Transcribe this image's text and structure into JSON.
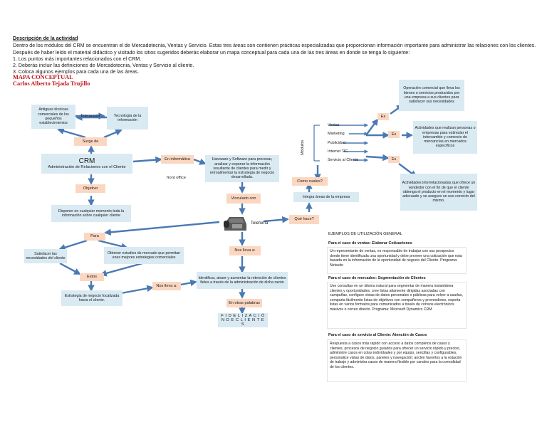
{
  "header": {
    "section_title": "Descripción de la actividad",
    "lines": [
      "Dentro de los módulos del CRM se encuentran el de Mercadotecnia, Ventas y Servicio. Estas tres áreas son contienen prácticas especializadas que proporcionan información importante para administrar las relaciones con los clientes.",
      "Después de haber leído el material didáctico y visitado los sitios sugeridos deberás elaborar un mapa conceptual para cada una de las tres áreas en donde se tenga lo siguiente:",
      "1. Los puntos más importantes relacionados con el CRM.",
      "2. Deberás incluir las definiciones de Mercadotecnia, Ventas y Servicio al cliente.",
      "3. Coloca algunos ejemplos para cada una de las áreas."
    ],
    "map_title": "MAPA CONCEPTUAL",
    "author": "Carlos Alberto Tejada Trujillo"
  },
  "map": {
    "antiguas": "Antiguas técnicas comerciales de los pequeños establecimientos",
    "interaccion": "Interacción",
    "tecnologia": "Tecnología de la información",
    "surge_de": "Surge de",
    "crm_title": "CRM",
    "crm_sub": "Administración de Relaciones con el Cliente",
    "en_informatica": "En informática",
    "front_office": "front office",
    "hardware": "Hareware y Software para procesar, analizar y exponer la información resultante de clientes para medir y retroalimentar la estrategia de negocio desarrollada.",
    "objetivo": "Objetivo",
    "disponer": "Disponer en cualquier momento toda la información sobre cualquier cliente",
    "vinculado": "Vinculado con",
    "telefonia": "Telefonía",
    "que_hace": "Qué hace?",
    "como_cuales": "Como cuales?",
    "integra": "Integra áreas de la empresa",
    "modulos": "Módulos",
    "modules": [
      "Ventas",
      "Marketing",
      "Publicidad",
      "Internet TIC",
      "Servicio al Cliente"
    ],
    "es": "Es",
    "def_ventas": "Operación comercial que lleva los bienes o servicios producidos por una empresa a sus clientes para satisfacer sus necesidades",
    "def_marketing": "Actividades que realizan personas o empresas para estimular el intercambio y comercio de mercancías en mercados específicos",
    "def_servicio": "Actividades interrelacionadas que ofrece un vendedor con el fin de que el cliente obtenga el producto en el momento y lugar adecuado y se asegure un uso correcto del mismo.",
    "para": "Para",
    "satisfacer": "Satisfacer las necesidades del cliente",
    "obtener": "Obtener estudios de mercado que permitan unas mejores estrategias comerciales",
    "estos": "Estos",
    "estrategia": "Estrategia de negocio focalizada hacia el cliente.",
    "nos_lleva_a_1": "Nos lleva a:",
    "nos_lleva_a_2": "Nos lleva a:",
    "identificar": "Identificar, atraer y aumentar la retención de clientes fieles a través de la administración de dicha razón",
    "en_otras": "En otras palabras",
    "fidelizacion": "F I D E L I Z A C I Ó N   D E   C L I E N T E S"
  },
  "examples": {
    "heading": "EJEMPLOS DE UTILIZACIÓN GENERAL",
    "ventas_h": "Para el caso de ventas: Elaborar Cotizaciones",
    "ventas": "Un representante de ventas, es responsable de trabajar con sus prospectos donde tiene identificada una oportunidad y debe proveer una cotización que esta basada en la información de la oportunidad de negocio del Cliente. Programa: Netsuite",
    "mercadeo_h": "Para el caso de mercadeo: Segmentación de Clientes",
    "mercadeo": "Use consultas en un idioma natural para segmentar de manera instantánea clientes y oportunidades, cree listas altamente dirigidas asociadas con campañas, configure vistas de datos personales o públicas para volver a usarlas, comparta fácilmente listas de objetivos con compañeros y proveedores, exporta listas en varios formatos para comunicados a través de correos electrónicos masivos o correo directo. Programa: Microsoft Dynamics CRM",
    "servicio_h": "Para el caso de servicio al Cliente: Atención de Casos",
    "servicio": "Respuesta a casos más rápido con acceso a datos completos de casos y clientes, procesos de negocio guiados para ofrecer un servicio rápido y preciso, administre casos en colas individuales y por equipo, sencillas y configurables, personalice vistas de datos, paneles y navegación; anclen favoritos a la estación de trabajo y administra casos de manera flexible por canales para la comodidad de los clientes."
  },
  "colors": {
    "box": "#d9eaf3",
    "label": "#fbd7c1",
    "arrow": "#4a79b3",
    "title": "#c0141c"
  },
  "icons": [
    "telephone-icon"
  ]
}
